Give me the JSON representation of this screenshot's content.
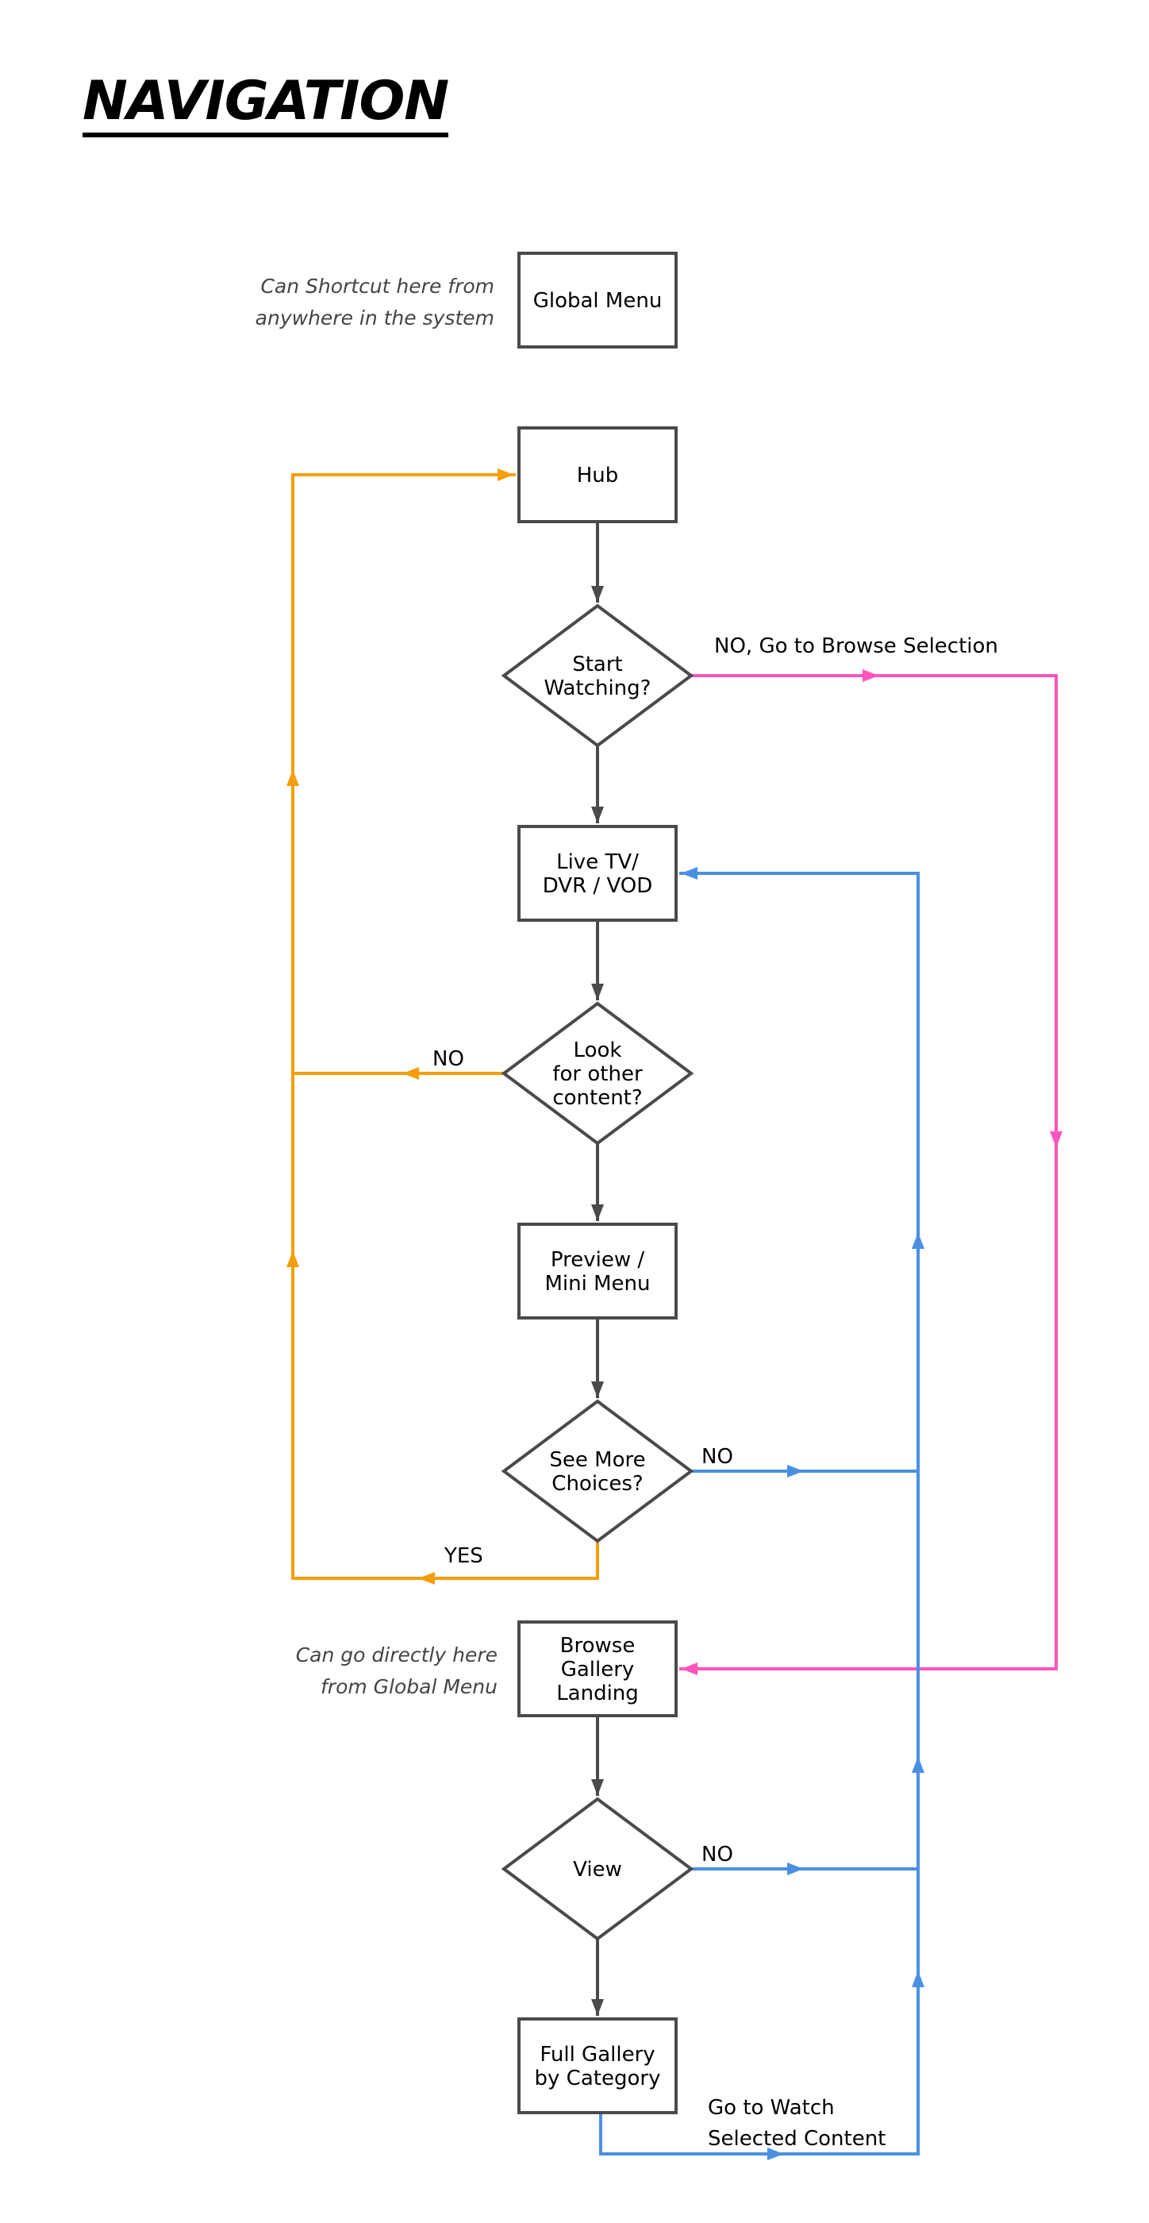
{
  "title": "NAVIGATION",
  "colors": {
    "node_stroke": "#4a4a4a",
    "main_flow": "#4a4a4a",
    "return_to_hub": "#f59e0b",
    "to_watch": "#4a90e2",
    "to_browse": "#ff55bb"
  },
  "notes": {
    "global_menu": [
      "Can Shortcut here from",
      "anywhere in the system"
    ],
    "browse_gallery": [
      "Can go directly here",
      "from Global Menu"
    ]
  },
  "nodes": [
    {
      "id": "global_menu",
      "type": "process",
      "lines": [
        "Global Menu"
      ]
    },
    {
      "id": "hub",
      "type": "process",
      "lines": [
        "Hub"
      ]
    },
    {
      "id": "start_watching",
      "type": "decision",
      "lines": [
        "Start",
        "Watching?"
      ]
    },
    {
      "id": "live_tv",
      "type": "process",
      "lines": [
        "Live TV/",
        "DVR / VOD"
      ]
    },
    {
      "id": "look_other",
      "type": "decision",
      "lines": [
        "Look",
        "for other",
        "content?"
      ]
    },
    {
      "id": "preview",
      "type": "process",
      "lines": [
        "Preview /",
        "Mini Menu"
      ]
    },
    {
      "id": "see_more",
      "type": "decision",
      "lines": [
        "See More",
        "Choices?"
      ]
    },
    {
      "id": "browse_gallery",
      "type": "process",
      "lines": [
        "Browse",
        "Gallery",
        "Landing"
      ]
    },
    {
      "id": "view",
      "type": "decision",
      "lines": [
        "View"
      ]
    },
    {
      "id": "full_gallery",
      "type": "process",
      "lines": [
        "Full Gallery",
        "by Category"
      ]
    }
  ],
  "edges": [
    {
      "from": "hub",
      "to": "start_watching",
      "color": "main_flow",
      "label": ""
    },
    {
      "from": "start_watching",
      "to": "live_tv",
      "color": "main_flow",
      "label": ""
    },
    {
      "from": "live_tv",
      "to": "look_other",
      "color": "main_flow",
      "label": ""
    },
    {
      "from": "look_other",
      "to": "preview",
      "color": "main_flow",
      "label": ""
    },
    {
      "from": "preview",
      "to": "see_more",
      "color": "main_flow",
      "label": ""
    },
    {
      "from": "browse_gallery",
      "to": "view",
      "color": "main_flow",
      "label": ""
    },
    {
      "from": "view",
      "to": "full_gallery",
      "color": "main_flow",
      "label": ""
    },
    {
      "from": "start_watching",
      "to": "browse_gallery",
      "color": "to_browse",
      "label": "NO, Go to Browse Selection"
    },
    {
      "from": "look_other",
      "to": "hub",
      "color": "return_to_hub",
      "label": "NO"
    },
    {
      "from": "see_more",
      "to": "hub",
      "color": "return_to_hub",
      "label": "YES"
    },
    {
      "from": "see_more",
      "to": "live_tv",
      "color": "to_watch",
      "label": "NO"
    },
    {
      "from": "view",
      "to": "live_tv",
      "color": "to_watch",
      "label": "NO"
    },
    {
      "from": "full_gallery",
      "to": "live_tv",
      "color": "to_watch",
      "label": [
        "Go to Watch",
        "Selected Content"
      ]
    }
  ]
}
